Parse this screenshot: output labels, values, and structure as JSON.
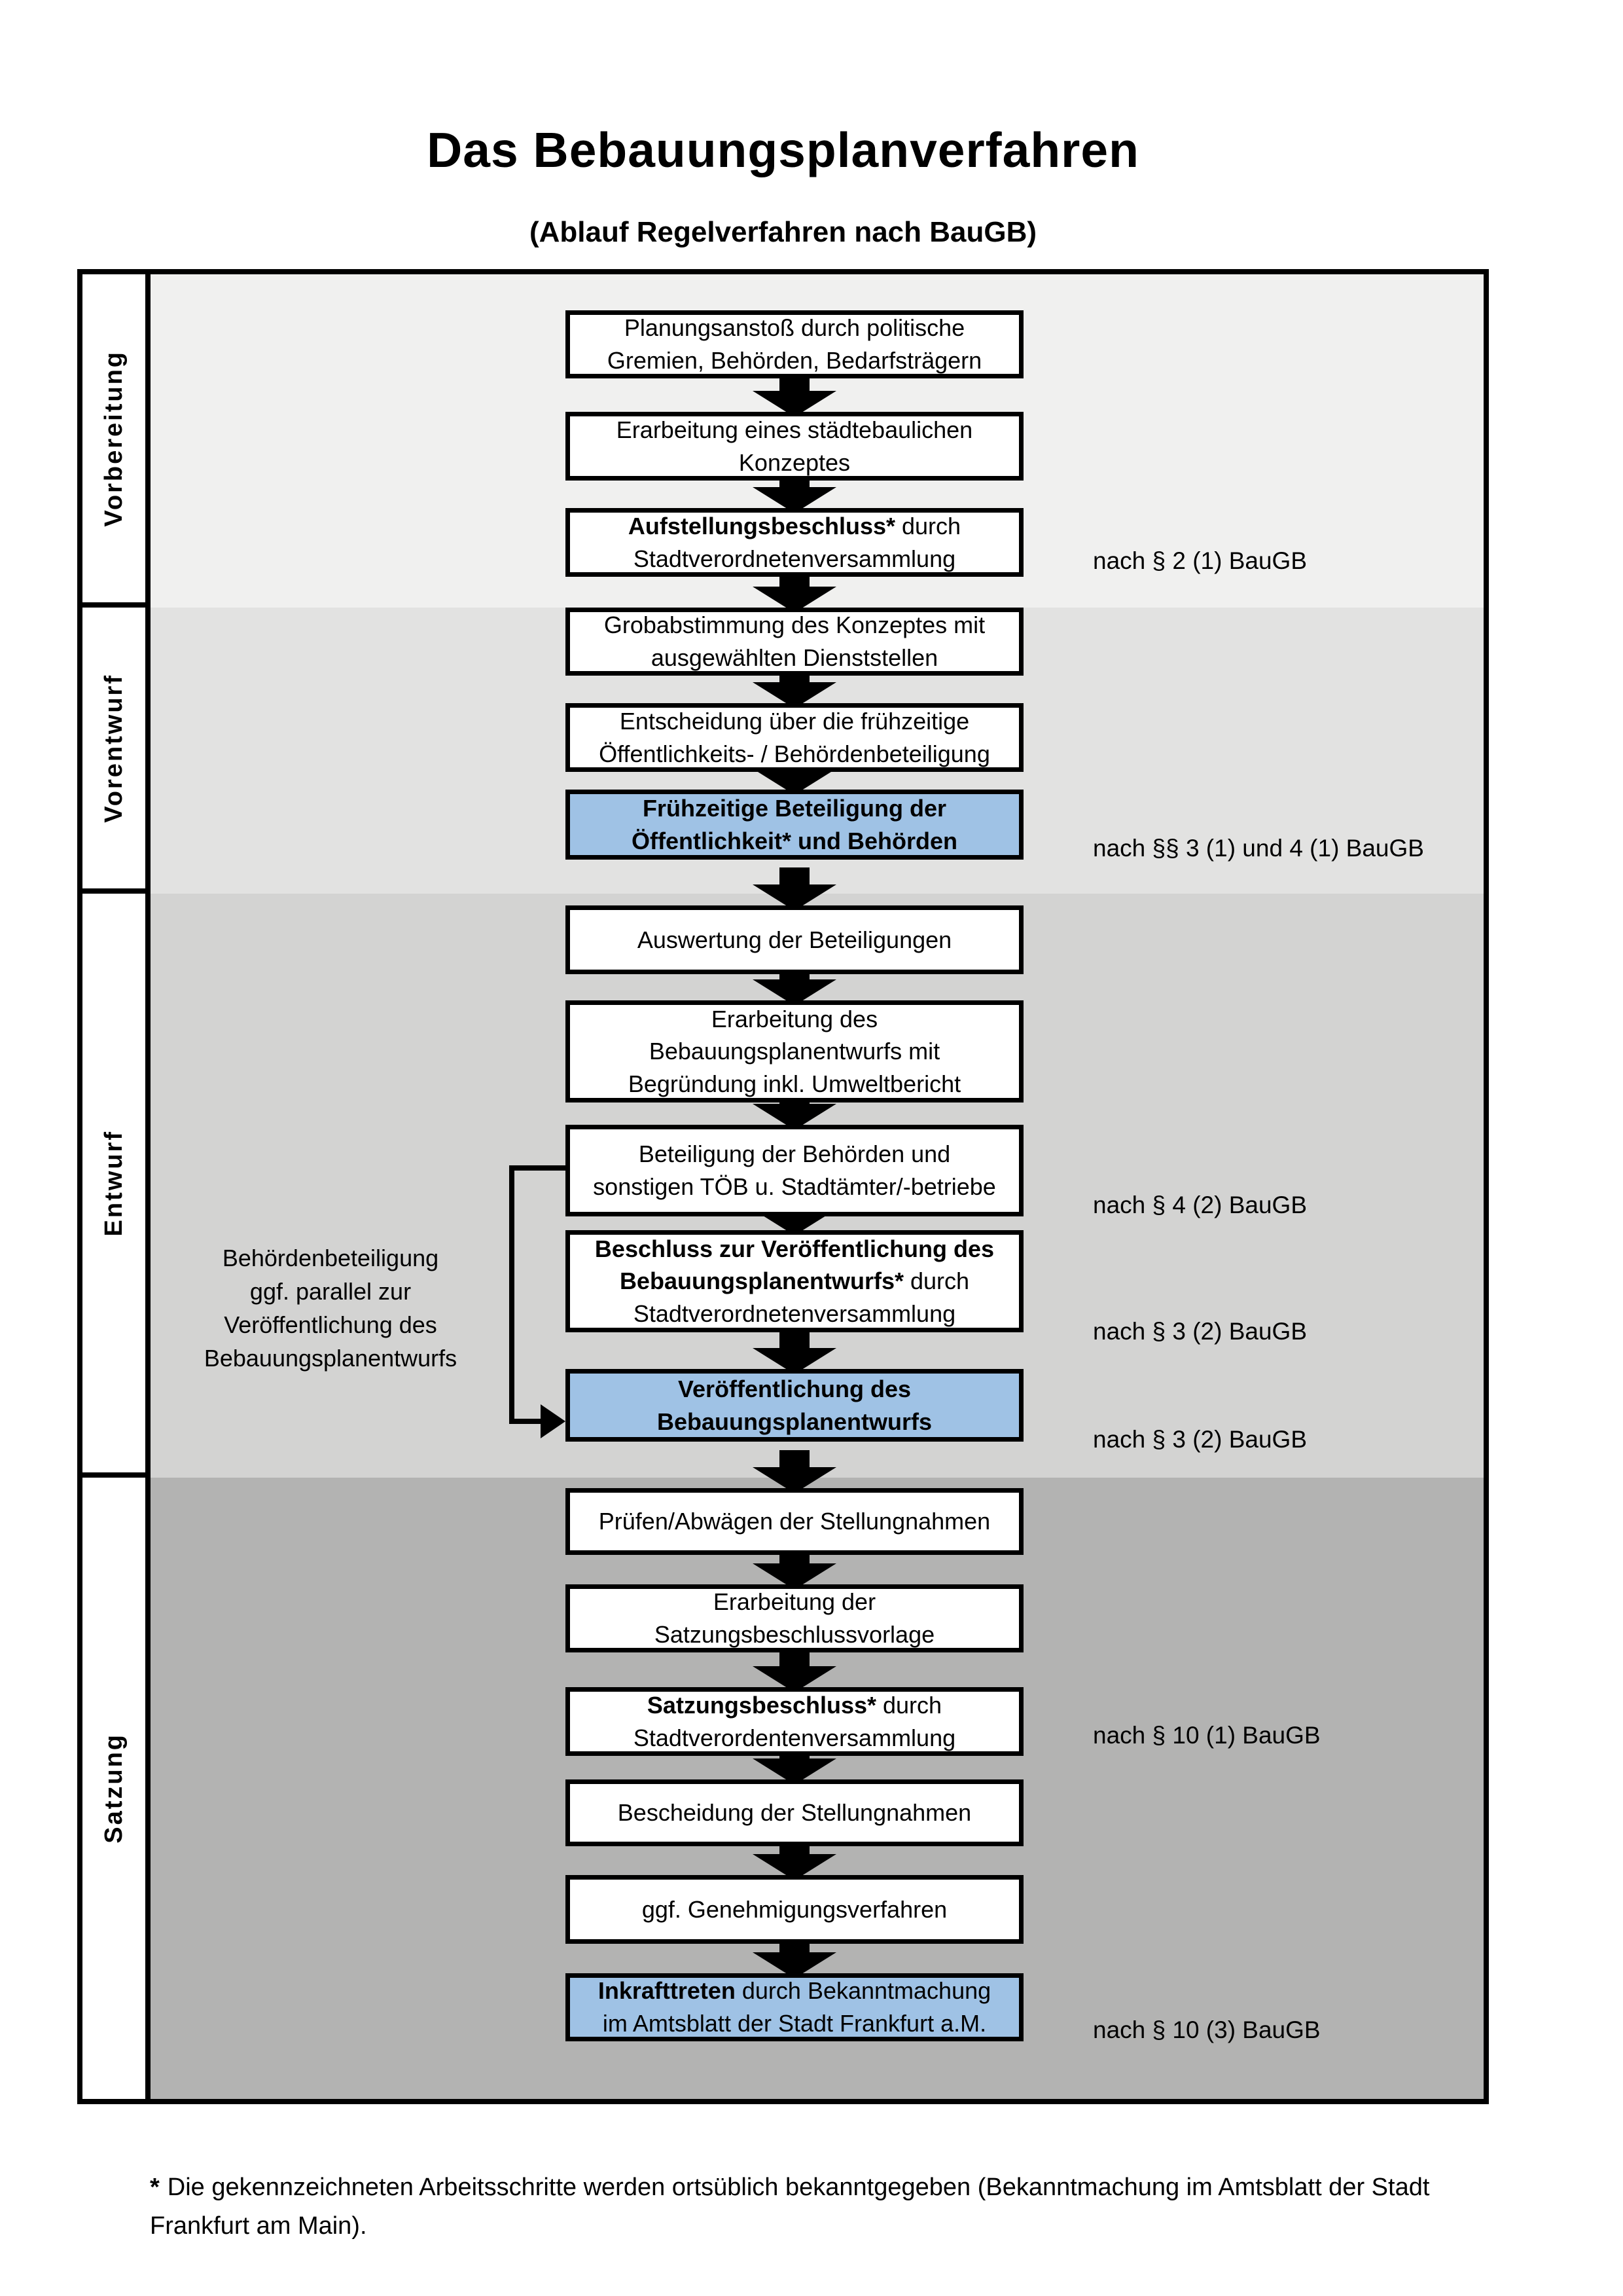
{
  "title": "Das Bebauungsplanverfahren",
  "subtitle": "(Ablauf Regelverfahren nach BauGB)",
  "colors": {
    "band_vorbereitung": "#f0f0ef",
    "band_vorentwurf": "#e2e2e1",
    "band_entwurf": "#d3d3d2",
    "band_satzung": "#b3b3b2",
    "highlight_box": "#9fc2e5",
    "line": "#000000"
  },
  "phases": [
    {
      "label": "Vorbereitung"
    },
    {
      "label": "Vorentwurf"
    },
    {
      "label": "Entwurf"
    },
    {
      "label": "Satzung"
    }
  ],
  "steps": [
    {
      "name": "planungsanstoss",
      "highlight": false,
      "segments": [
        {
          "t": "Planungsanstoß durch politische\nGremien, Behörden, Bedarfsträgern",
          "b": false
        }
      ]
    },
    {
      "name": "konzept-erarbeitung",
      "highlight": false,
      "segments": [
        {
          "t": "Erarbeitung eines städtebaulichen\nKonzeptes",
          "b": false
        }
      ]
    },
    {
      "name": "aufstellungsbeschluss",
      "highlight": false,
      "segments": [
        {
          "t": "Aufstellungsbeschluss*",
          "b": true
        },
        {
          "t": " durch\nStadtverordnetenversammlung",
          "b": false
        }
      ]
    },
    {
      "name": "grobabstimmung",
      "highlight": false,
      "segments": [
        {
          "t": "Grobabstimmung des Konzeptes mit\nausgewählten Dienststellen",
          "b": false
        }
      ]
    },
    {
      "name": "entscheidung-beteiligung",
      "highlight": false,
      "segments": [
        {
          "t": "Entscheidung über die frühzeitige\nÖffentlichkeits- / Behördenbeteiligung",
          "b": false
        }
      ]
    },
    {
      "name": "fruehzeitige-beteiligung",
      "highlight": true,
      "segments": [
        {
          "t": "Frühzeitige Beteiligung der\nÖffentlichkeit* und Behörden",
          "b": true
        }
      ]
    },
    {
      "name": "auswertung-beteiligungen",
      "highlight": false,
      "segments": [
        {
          "t": "Auswertung der Beteiligungen",
          "b": false
        }
      ]
    },
    {
      "name": "entwurf-erarbeitung",
      "highlight": false,
      "segments": [
        {
          "t": "Erarbeitung des\nBebauungsplanentwurfs mit\nBegründung inkl. Umweltbericht",
          "b": false
        }
      ]
    },
    {
      "name": "behoerden-beteiligung",
      "highlight": false,
      "segments": [
        {
          "t": "Beteiligung der Behörden und\nsonstigen TÖB u. Stadtämter/-betriebe",
          "b": false
        }
      ]
    },
    {
      "name": "veroeffentlichungsbeschluss",
      "highlight": false,
      "segments": [
        {
          "t": "Beschluss zur Veröffentlichung des\nBebauungsplanentwurfs*",
          "b": true
        },
        {
          "t": " durch\nStadtverordnetenversammlung",
          "b": false
        }
      ]
    },
    {
      "name": "veroeffentlichung-entwurf",
      "highlight": true,
      "segments": [
        {
          "t": "Veröffentlichung des\nBebauungsplanentwurfs",
          "b": true
        }
      ]
    },
    {
      "name": "pruefen-abwaegen",
      "highlight": false,
      "segments": [
        {
          "t": "Prüfen/Abwägen der Stellungnahmen",
          "b": false
        }
      ]
    },
    {
      "name": "satzungsbeschlussvorlage",
      "highlight": false,
      "segments": [
        {
          "t": "Erarbeitung der\nSatzungsbeschlussvorlage",
          "b": false
        }
      ]
    },
    {
      "name": "satzungsbeschluss",
      "highlight": false,
      "segments": [
        {
          "t": "Satzungsbeschluss*",
          "b": true
        },
        {
          "t": " durch\nStadtverordentenversammlung",
          "b": false
        }
      ]
    },
    {
      "name": "bescheidung",
      "highlight": false,
      "segments": [
        {
          "t": "Bescheidung der Stellungnahmen",
          "b": false
        }
      ]
    },
    {
      "name": "genehmigungsverfahren",
      "highlight": false,
      "segments": [
        {
          "t": "ggf. Genehmigungsverfahren",
          "b": false
        }
      ]
    },
    {
      "name": "inkrafttreten",
      "highlight": true,
      "segments": [
        {
          "t": "Inkrafttreten",
          "b": true
        },
        {
          "t": " durch Bekanntmachung\nim Amtsblatt der Stadt Frankfurt a.M.",
          "b": false
        }
      ]
    }
  ],
  "references": [
    {
      "text": "nach § 2 (1) BauGB"
    },
    {
      "text": "nach §§ 3 (1) und 4 (1) BauGB"
    },
    {
      "text": "nach § 4 (2) BauGB"
    },
    {
      "text": "nach § 3 (2) BauGB"
    },
    {
      "text": "nach § 3 (2) BauGB"
    },
    {
      "text": "nach § 10 (1) BauGB"
    },
    {
      "text": "nach § 10 (3) BauGB"
    }
  ],
  "annotation": {
    "text": "Behördenbeteiligung\nggf. parallel zur\nVeröffentlichung des\nBebauungsplanentwurfs"
  },
  "footnote": {
    "marker": "*",
    "text": "Die gekennzeichneten Arbeitsschritte werden ortsüblich bekanntgegeben (Bekanntmachung im Amtsblatt  der Stadt\nFrankfurt am Main)."
  }
}
